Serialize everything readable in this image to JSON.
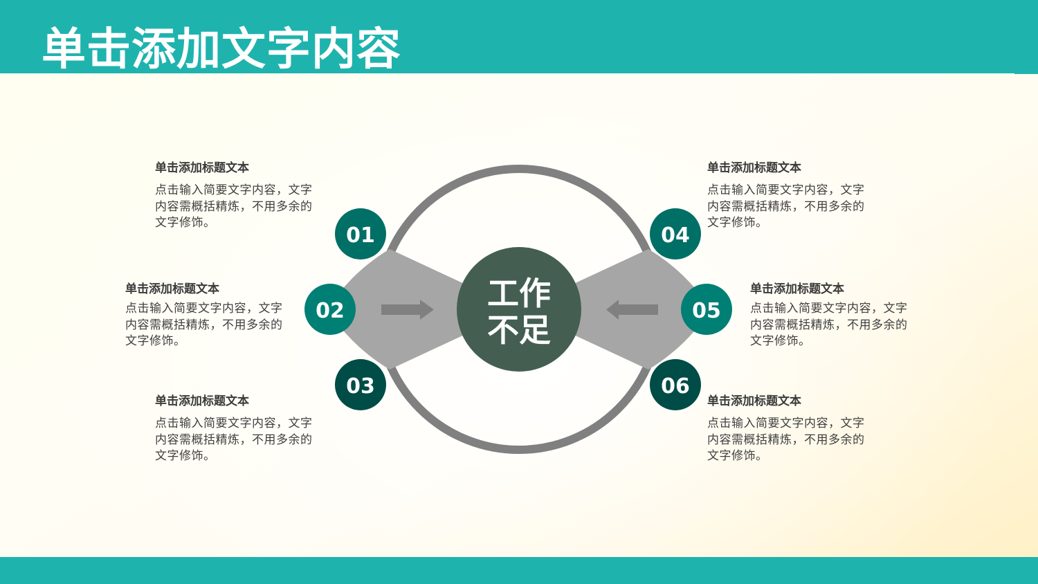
{
  "header": {
    "title": "单击添加文字内容",
    "color": "#1fb3ae"
  },
  "footer": {
    "color": "#1fb3ae"
  },
  "diagram": {
    "center": {
      "line1": "工作",
      "line2": "不足",
      "color": "#445f51"
    },
    "ring_color": "#808080",
    "wedge_color": "#a6a6a6",
    "arrow_color": "#808080",
    "arrows": [
      {
        "side": "left",
        "direction": "right-arrow"
      },
      {
        "side": "right",
        "direction": "left-arrow"
      }
    ],
    "badges": [
      {
        "number": "01",
        "color": "#006f66"
      },
      {
        "number": "02",
        "color": "#007f75"
      },
      {
        "number": "03",
        "color": "#004c46"
      },
      {
        "number": "04",
        "color": "#006f66"
      },
      {
        "number": "05",
        "color": "#007f75"
      },
      {
        "number": "06",
        "color": "#004c46"
      }
    ]
  },
  "items": [
    {
      "title": "单击添加标题文本",
      "body": "点击输入简要文字内容，文字内容需概括精炼，不用多余的文字修饰。"
    },
    {
      "title": "单击添加标题文本",
      "body": "点击输入简要文字内容，文字内容需概括精炼，不用多余的文字修饰。"
    },
    {
      "title": "单击添加标题文本",
      "body": "点击输入简要文字内容，文字内容需概括精炼，不用多余的文字修饰。"
    },
    {
      "title": "单击添加标题文本",
      "body": "点击输入简要文字内容，文字内容需概括精炼，不用多余的文字修饰。"
    },
    {
      "title": "单击添加标题文本",
      "body": "点击输入简要文字内容，文字内容需概括精炼，不用多余的文字修饰。"
    },
    {
      "title": "单击添加标题文本",
      "body": "点击输入简要文字内容，文字内容需概括精炼，不用多余的文字修饰。"
    }
  ]
}
